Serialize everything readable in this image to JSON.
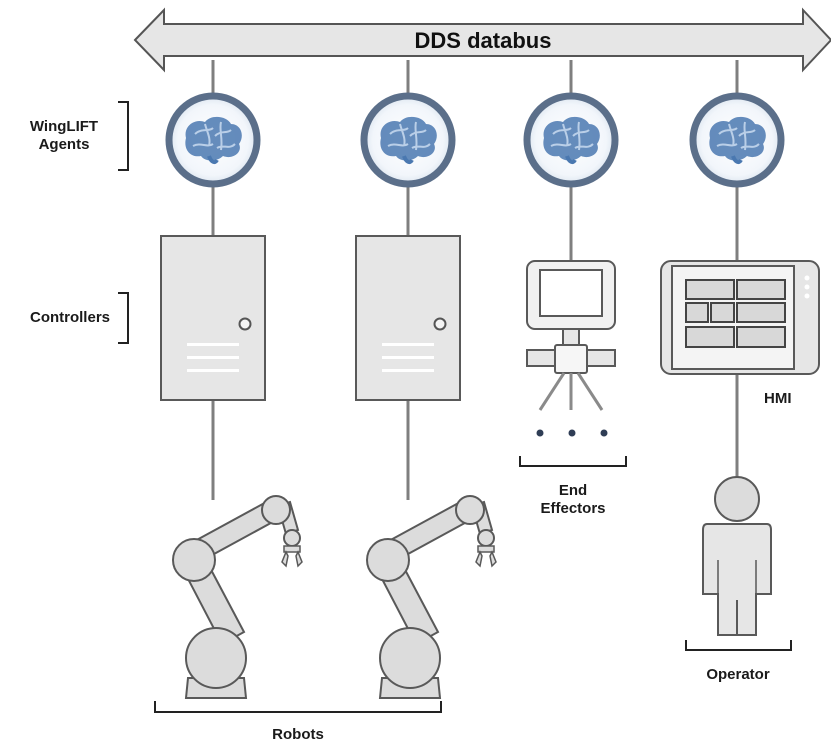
{
  "databus": {
    "label": "DDS databus"
  },
  "side_labels": {
    "agents": [
      "WingLIFT",
      "Agents"
    ],
    "controllers": "Controllers"
  },
  "group_labels": {
    "hmi": "HMI",
    "end_effectors": [
      "End",
      "Effectors"
    ],
    "operator": "Operator",
    "robots": "Robots"
  },
  "icons": {
    "agent": "brain-icon",
    "controller": "server-cabinet-icon",
    "end_effector": "end-effector-monitor-icon",
    "hmi": "tablet-panel-icon",
    "operator": "person-icon",
    "robot": "robot-arm-icon"
  },
  "colors": {
    "bus_fill": "#e6e6e6",
    "bus_stroke": "#555555",
    "ring": "#5b6f8a",
    "brain": "#4a78b0",
    "device_fill": "#e6e6e6",
    "device_stroke": "#595959",
    "line": "#7f7f7f"
  }
}
